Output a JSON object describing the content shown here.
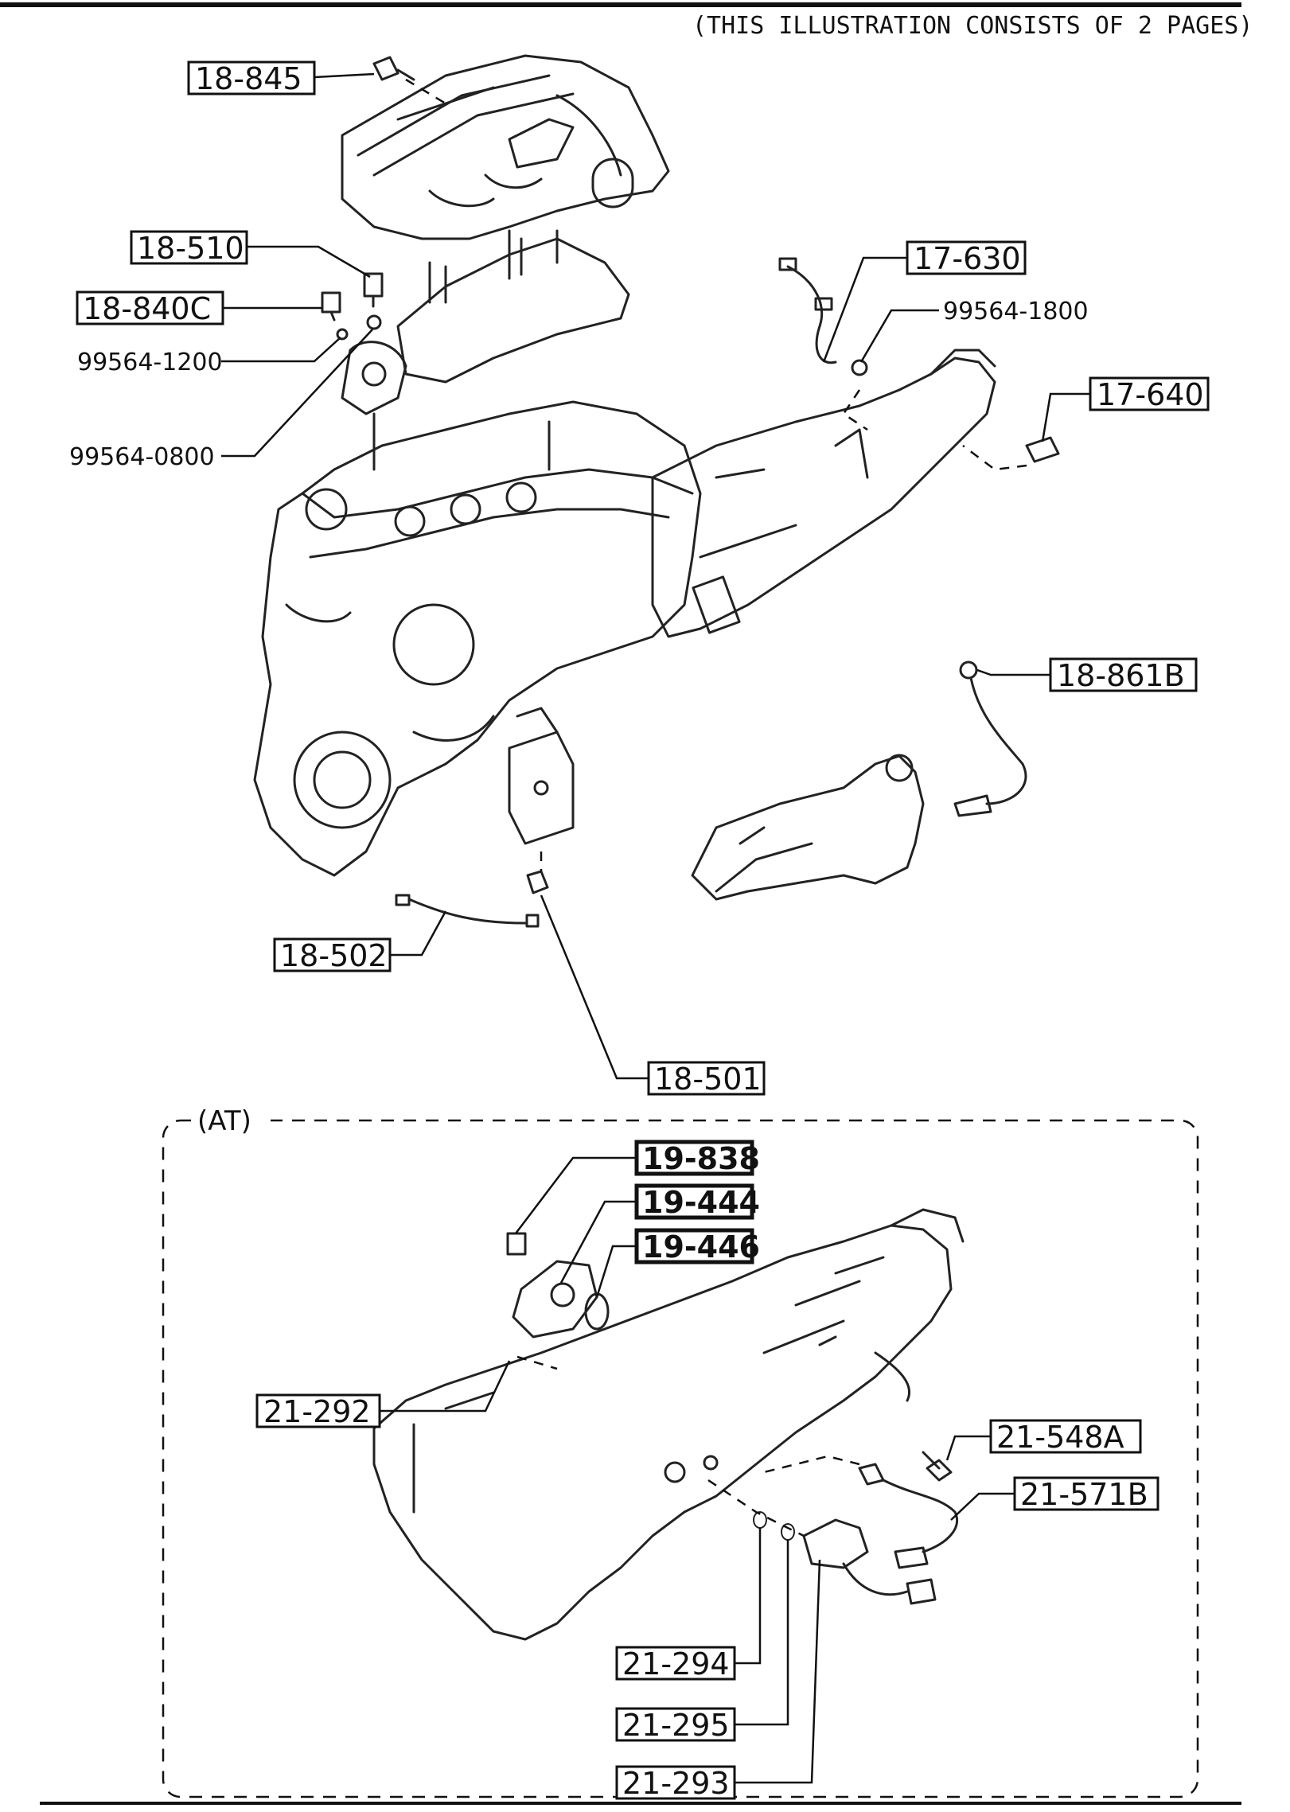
{
  "header": {
    "note": "(THIS ILLUSTRATION CONSISTS OF  2 PAGES)"
  },
  "at_section": {
    "label": "(AT)"
  },
  "callouts": {
    "c18_845": "18-845",
    "c18_510": "18-510",
    "c18_840C": "18-840C",
    "c17_630": "17-630",
    "c17_640": "17-640",
    "c18_861B": "18-861B",
    "c18_502": "18-502",
    "c18_501": "18-501",
    "c19_838": "19-838",
    "c19_444": "19-444",
    "c19_446": "19-446",
    "c21_292": "21-292",
    "c21_548A": "21-548A",
    "c21_571B": "21-571B",
    "c21_294": "21-294",
    "c21_295": "21-295",
    "c21_293": "21-293"
  },
  "part_numbers": {
    "p99564_1200": "99564-1200",
    "p99564_0800": "99564-0800",
    "p99564_1800": "99564-1800"
  }
}
